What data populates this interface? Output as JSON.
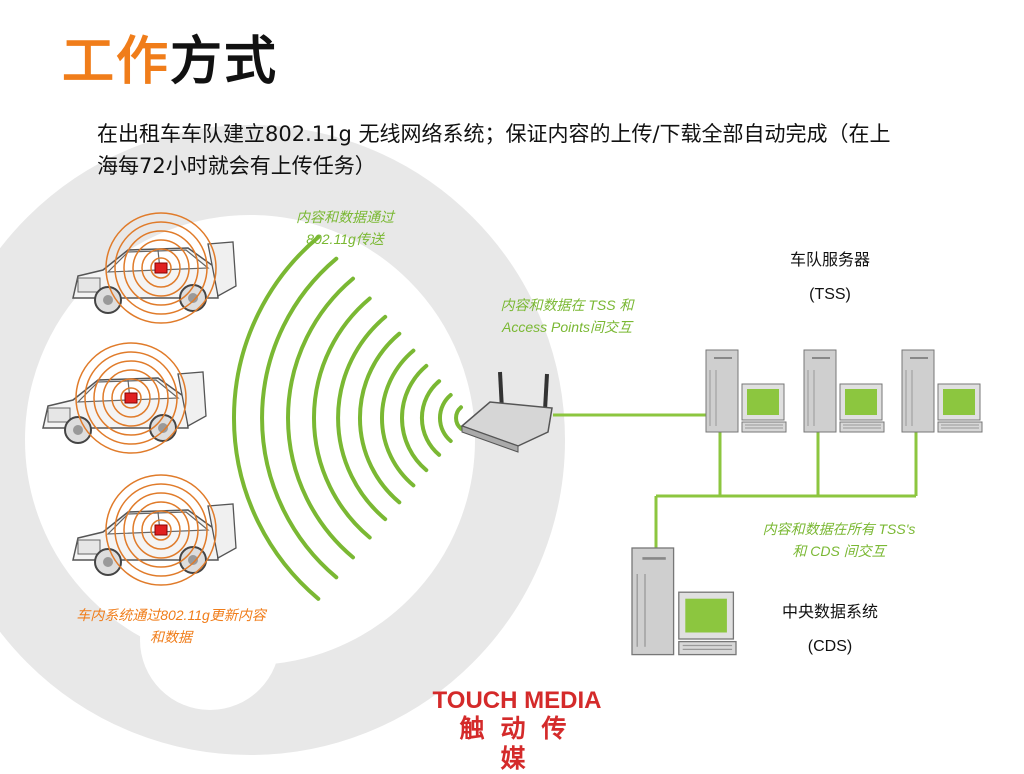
{
  "slide": {
    "title_accent": "工作",
    "title_rest": "方式",
    "subtitle": "在出租车车队建立802.11g  无线网络系统；保证内容的上传/下载全部自动完成（在上海每72小时就会有上传任务）"
  },
  "labels": {
    "wifi_line1": "内容和数据通过",
    "wifi_line2": "802.11g传送",
    "tss_ap_line1": "内容和数据在  TSS  和",
    "tss_ap_line2": "Access Points间交互",
    "fleet_server_line1": "车队服务器",
    "fleet_server_line2": "(TSS)",
    "tss_cds_line1": "内容和数据在所有  TSS's",
    "tss_cds_line2": "和  CDS  间交互",
    "central_line1": "中央数据系统",
    "central_line2": "(CDS)",
    "car_update_line1": "车内系统通过802.11g更新内容",
    "car_update_line2": "和数据"
  },
  "brand": {
    "english": "TOUCH MEDIA",
    "chinese": "触动传媒"
  },
  "colors": {
    "accent_orange": "#f07d1a",
    "wave_green": "#7ab833",
    "brand_red": "#d42a2a",
    "screen_green": "#8cc63f"
  }
}
